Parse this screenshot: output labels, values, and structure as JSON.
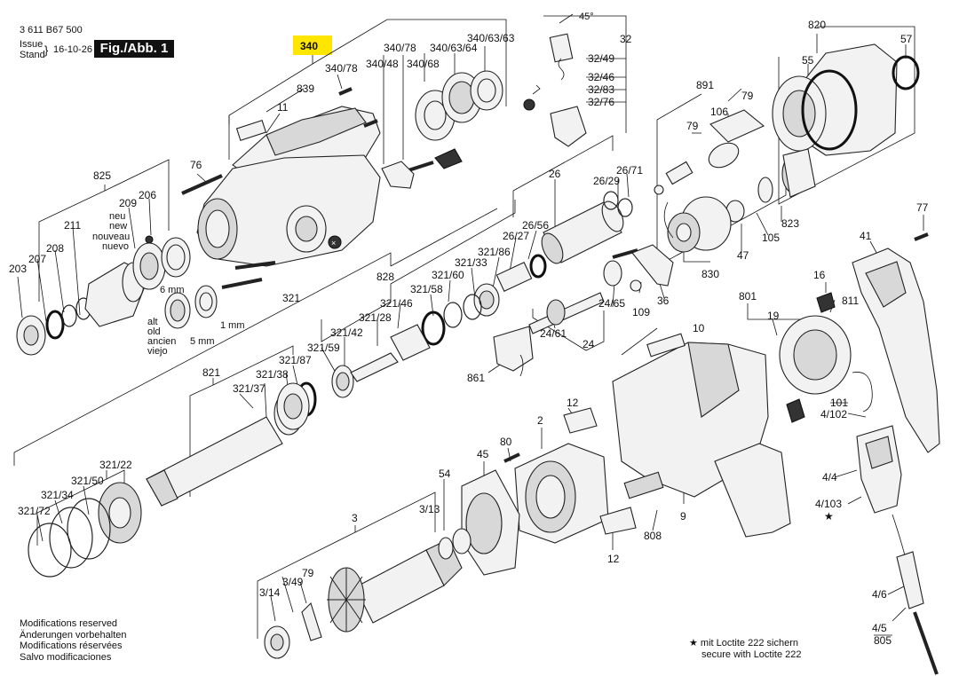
{
  "header": {
    "part_number": "3 611 B67 500",
    "issue_label_1": "Issue",
    "issue_label_2": "Stand",
    "issue_date": "16-10-26",
    "figure": "Fig./Abb. 1"
  },
  "highlighted_label": "340",
  "labels": {
    "l839": "839",
    "l11": "11",
    "l76a": "76",
    "l34078a": "340/78",
    "l34078b": "340/78",
    "l34048": "340/48",
    "l34068": "340/68",
    "l3406364": "340/63/64",
    "l3406363": "340/63/63",
    "l45deg": "45°",
    "l32": "32",
    "l3249": "32/49",
    "l3246": "32/46",
    "l3283": "32/83",
    "l3276": "32/76",
    "l820": "820",
    "l55": "55",
    "l57": "57",
    "l891": "891",
    "l79a": "79",
    "l106": "106",
    "l79b": "79",
    "l823": "823",
    "l105": "105",
    "l47": "47",
    "l830": "830",
    "l26": "26",
    "l2629": "26/29",
    "l2671": "26/71",
    "l2656": "26/56",
    "l2627": "26/27",
    "l32186": "321/86",
    "l32133": "321/33",
    "l32160": "321/60",
    "l32158": "321/58",
    "l32146": "321/46",
    "l32128": "321/28",
    "l32142": "321/42",
    "l32159": "321/59",
    "l828": "828",
    "l321": "321",
    "l825": "825",
    "l209": "209",
    "l206": "206",
    "l_neu": "neu",
    "l_new": "new",
    "l_nouveau": "nouveau",
    "l_nuevo": "nuevo",
    "l211": "211",
    "l208": "208",
    "l207": "207",
    "l203": "203",
    "l6mm": "6 mm",
    "l_alt": "alt",
    "l_old": "old",
    "l_ancien": "ancien",
    "l_viejo": "viejo",
    "l5mm": "5 mm",
    "l1mm": "1 mm",
    "l821": "821",
    "l32187": "321/87",
    "l32138": "321/38",
    "l32137": "321/37",
    "l32122": "321/22",
    "l32150": "321/50",
    "l32134": "321/34",
    "l32172": "321/72",
    "l36": "36",
    "l109": "109",
    "l2465": "24/65",
    "l2461": "24/61",
    "l24": "24",
    "l861": "861",
    "l77": "77",
    "l41": "41",
    "l16": "16",
    "l811": "811",
    "l801": "801",
    "l19": "19",
    "l10": "10",
    "l101": "101",
    "l4102": "4/102",
    "l12a": "12",
    "l80": "80",
    "l2": "2",
    "l45": "45",
    "l54": "54",
    "l3": "3",
    "l313": "3/13",
    "l349": "3/49",
    "l79c": "79",
    "l314": "3/14",
    "l808": "808",
    "l9": "9",
    "l12b": "12",
    "l44": "4/4",
    "l4103": "4/103",
    "l46": "4/6",
    "l45b": "4/5",
    "l805": "805"
  },
  "notes": {
    "modifications": [
      "Modifications reserved",
      "Änderungen vorbehalten",
      "Modifications réservées",
      "Salvo modificaciones"
    ],
    "loctite": [
      "mit Loctite 222 sichern",
      "secure with Loctite 222"
    ]
  }
}
